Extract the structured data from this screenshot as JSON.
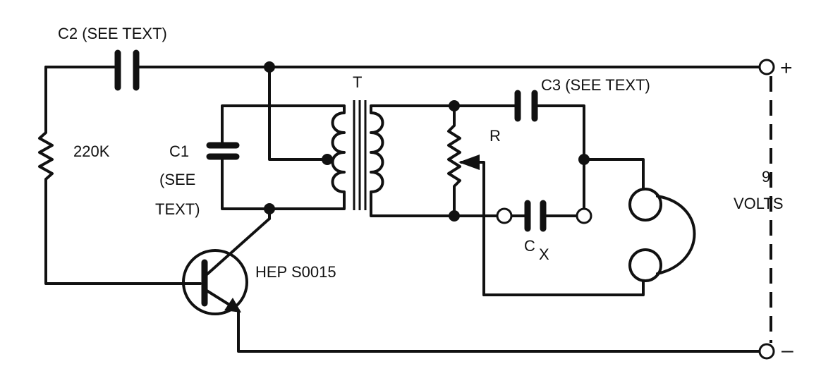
{
  "labels": {
    "c2": "C2 (SEE TEXT)",
    "c3": "C3 (SEE TEXT)",
    "c1": "C1",
    "c1_note_line1": "(SEE",
    "c1_note_line2": "TEXT)",
    "resistor": "220K",
    "transformer": "T",
    "pot": "R",
    "cx_main": "C",
    "cx_sub": "X",
    "transistor": "HEP S0015",
    "voltage_value": "9",
    "voltage_unit": "VOLTS",
    "plus": "+",
    "minus": "–"
  },
  "colors": {
    "ink": "#111111",
    "paper": "#ffffff"
  }
}
